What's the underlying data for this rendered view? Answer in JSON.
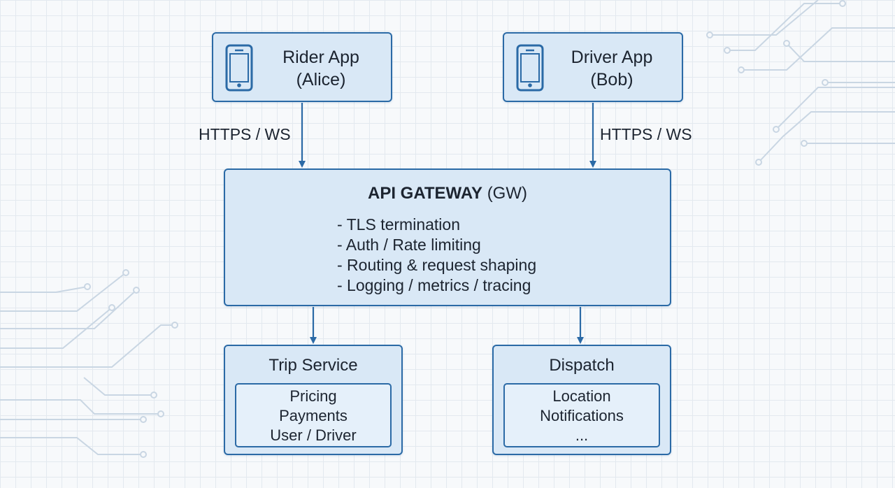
{
  "diagram": {
    "nodes": {
      "rider_app": {
        "name": "Rider App",
        "user": "(Alice)",
        "icon": "smartphone-icon"
      },
      "driver_app": {
        "name": "Driver App",
        "user": "(Bob)",
        "icon": "smartphone-icon"
      },
      "gateway": {
        "title_strong": "API GATEWAY",
        "title_suffix": "(GW)",
        "features": [
          "- TLS termination",
          "- Auth / Rate limiting",
          "- Routing & request shaping",
          "- Logging / metrics / tracing"
        ]
      },
      "trip_service": {
        "title": "Trip Service",
        "items": [
          "Pricing",
          "Payments",
          "User / Driver"
        ]
      },
      "dispatch": {
        "title": "Dispatch",
        "items": [
          "Location",
          "Notifications",
          "..."
        ]
      }
    },
    "edges": [
      {
        "from": "rider_app",
        "to": "gateway",
        "label": "HTTPS / WS"
      },
      {
        "from": "driver_app",
        "to": "gateway",
        "label": "HTTPS / WS"
      },
      {
        "from": "gateway",
        "to": "trip_service",
        "label": ""
      },
      {
        "from": "gateway",
        "to": "dispatch",
        "label": ""
      }
    ],
    "colors": {
      "box_fill": "#d9e8f6",
      "box_border": "#2b6aa6",
      "arrow": "#2b6aa6",
      "circuit": "#c9d6e3"
    }
  }
}
